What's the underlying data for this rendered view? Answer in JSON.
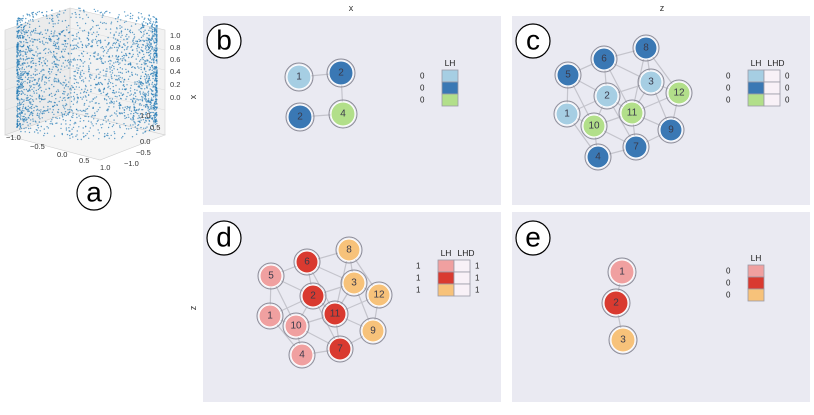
{
  "col_titles": [
    "x",
    "z"
  ],
  "row_titles": [
    "x",
    "z"
  ],
  "panel_letters": {
    "a": "a",
    "b": "b",
    "c": "c",
    "d": "d",
    "e": "e"
  },
  "plot3d": {
    "z_ticks": [
      "1.0",
      "0.8",
      "0.6",
      "0.4",
      "0.2",
      "0.0"
    ],
    "x_ticks": [
      "−1.0",
      "−0.5",
      "0.0",
      "0.5",
      "1.0"
    ],
    "y_ticks": [
      "1.0",
      "0.5",
      "0.0",
      "−0.5",
      "−1.0"
    ],
    "point_color": "#1f77b4"
  },
  "colors": {
    "light_blue": "#a6cee3",
    "dark_blue": "#3a78b4",
    "light_green": "#b2df8a",
    "light_red": "#f0a0a0",
    "dark_red": "#d93a30",
    "light_orange": "#f7c27a",
    "empty": "#f8f1f7"
  },
  "graphs": {
    "b": {
      "nodes": [
        {
          "label": "1",
          "color": "#a6cee3"
        },
        {
          "label": "2",
          "color": "#3a78b4"
        },
        {
          "label": "2",
          "color": "#3a78b4"
        },
        {
          "label": "4",
          "color": "#b2df8a"
        }
      ],
      "edges": [
        [
          0,
          1
        ],
        [
          1,
          3
        ],
        [
          3,
          2
        ]
      ]
    },
    "c": {
      "nodes": [
        {
          "label": "6",
          "color": "#3a78b4"
        },
        {
          "label": "8",
          "color": "#3a78b4"
        },
        {
          "label": "5",
          "color": "#3a78b4"
        },
        {
          "label": "3",
          "color": "#a6cee3"
        },
        {
          "label": "12",
          "color": "#b2df8a"
        },
        {
          "label": "2",
          "color": "#a6cee3"
        },
        {
          "label": "1",
          "color": "#a6cee3"
        },
        {
          "label": "10",
          "color": "#b2df8a"
        },
        {
          "label": "11",
          "color": "#b2df8a"
        },
        {
          "label": "9",
          "color": "#3a78b4"
        },
        {
          "label": "7",
          "color": "#3a78b4"
        },
        {
          "label": "4",
          "color": "#3a78b4"
        }
      ],
      "edges": [
        [
          0,
          1
        ],
        [
          0,
          2
        ],
        [
          0,
          3
        ],
        [
          0,
          5
        ],
        [
          0,
          8
        ],
        [
          1,
          3
        ],
        [
          1,
          4
        ],
        [
          1,
          8
        ],
        [
          2,
          5
        ],
        [
          2,
          6
        ],
        [
          2,
          7
        ],
        [
          3,
          4
        ],
        [
          3,
          5
        ],
        [
          3,
          8
        ],
        [
          3,
          9
        ],
        [
          4,
          8
        ],
        [
          4,
          9
        ],
        [
          5,
          6
        ],
        [
          5,
          7
        ],
        [
          5,
          8
        ],
        [
          6,
          7
        ],
        [
          6,
          11
        ],
        [
          7,
          8
        ],
        [
          7,
          10
        ],
        [
          7,
          11
        ],
        [
          8,
          9
        ],
        [
          8,
          10
        ],
        [
          9,
          10
        ],
        [
          10,
          11
        ],
        [
          2,
          0
        ],
        [
          5,
          10
        ]
      ]
    },
    "d": {
      "nodes": [
        {
          "label": "6",
          "color": "#d93a30"
        },
        {
          "label": "8",
          "color": "#f7c27a"
        },
        {
          "label": "5",
          "color": "#f0a0a0"
        },
        {
          "label": "3",
          "color": "#f7c27a"
        },
        {
          "label": "12",
          "color": "#f7c27a"
        },
        {
          "label": "2",
          "color": "#d93a30"
        },
        {
          "label": "1",
          "color": "#f0a0a0"
        },
        {
          "label": "10",
          "color": "#f0a0a0"
        },
        {
          "label": "11",
          "color": "#d93a30"
        },
        {
          "label": "9",
          "color": "#f7c27a"
        },
        {
          "label": "7",
          "color": "#d93a30"
        },
        {
          "label": "4",
          "color": "#f0a0a0"
        }
      ],
      "edges": [
        [
          0,
          1
        ],
        [
          0,
          2
        ],
        [
          0,
          3
        ],
        [
          0,
          5
        ],
        [
          0,
          8
        ],
        [
          1,
          3
        ],
        [
          1,
          4
        ],
        [
          1,
          8
        ],
        [
          2,
          5
        ],
        [
          2,
          6
        ],
        [
          2,
          7
        ],
        [
          3,
          4
        ],
        [
          3,
          5
        ],
        [
          3,
          8
        ],
        [
          3,
          9
        ],
        [
          4,
          8
        ],
        [
          4,
          9
        ],
        [
          5,
          6
        ],
        [
          5,
          7
        ],
        [
          5,
          8
        ],
        [
          6,
          7
        ],
        [
          6,
          11
        ],
        [
          7,
          8
        ],
        [
          7,
          10
        ],
        [
          7,
          11
        ],
        [
          8,
          9
        ],
        [
          8,
          10
        ],
        [
          9,
          10
        ],
        [
          10,
          11
        ],
        [
          5,
          10
        ]
      ]
    },
    "e": {
      "nodes": [
        {
          "label": "1",
          "color": "#f0a0a0"
        },
        {
          "label": "2",
          "color": "#d93a30"
        },
        {
          "label": "3",
          "color": "#f7c27a"
        }
      ],
      "edges": [
        [
          0,
          1
        ],
        [
          1,
          2
        ]
      ]
    }
  },
  "legends": {
    "b": {
      "headers": [
        "LH"
      ],
      "rows": [
        {
          "left": "0",
          "cells": [
            "#a6cee3"
          ],
          "right": []
        },
        {
          "left": "0",
          "cells": [
            "#3a78b4"
          ],
          "right": []
        },
        {
          "left": "0",
          "cells": [
            "#b2df8a"
          ],
          "right": []
        }
      ]
    },
    "c": {
      "headers": [
        "LH",
        "LHD"
      ],
      "rows": [
        {
          "left": "0",
          "cells": [
            "#a6cee3",
            "#f8f1f7"
          ],
          "right": [
            "0"
          ]
        },
        {
          "left": "0",
          "cells": [
            "#3a78b4",
            "#f8f1f7"
          ],
          "right": [
            "0"
          ]
        },
        {
          "left": "0",
          "cells": [
            "#b2df8a",
            "#f8f1f7"
          ],
          "right": [
            "0"
          ]
        }
      ]
    },
    "d": {
      "headers": [
        "LH",
        "LHD"
      ],
      "rows": [
        {
          "left": "1",
          "cells": [
            "#f0a0a0",
            "#f8f1f7"
          ],
          "right": [
            "1"
          ]
        },
        {
          "left": "1",
          "cells": [
            "#d93a30",
            "#f8f1f7"
          ],
          "right": [
            "1"
          ]
        },
        {
          "left": "1",
          "cells": [
            "#f7c27a",
            "#f8f1f7"
          ],
          "right": [
            "1"
          ]
        }
      ]
    },
    "e": {
      "headers": [
        "LH"
      ],
      "rows": [
        {
          "left": "0",
          "cells": [
            "#f0a0a0"
          ],
          "right": []
        },
        {
          "left": "0",
          "cells": [
            "#d93a30"
          ],
          "right": []
        },
        {
          "left": "0",
          "cells": [
            "#f7c27a"
          ],
          "right": []
        }
      ]
    }
  }
}
